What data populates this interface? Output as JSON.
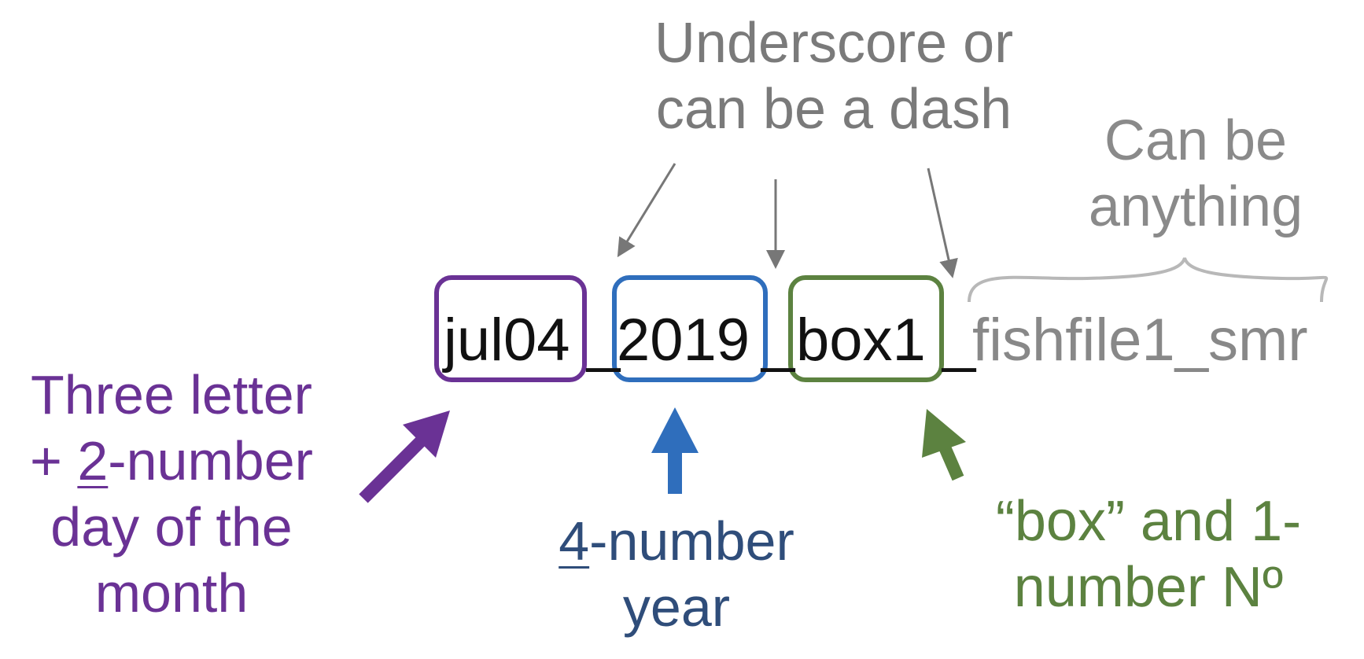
{
  "colors": {
    "day": "#6a3295",
    "year_box": "#2f6ebc",
    "year_text": "#2f4d7a",
    "box": "#5c8240",
    "note": "#7a7a7a",
    "tail": "#8a8a8a",
    "brace": "#b8b8b8",
    "text": "#111111"
  },
  "filename": {
    "day": "jul04",
    "sep1": "_",
    "year": "2019",
    "sep2": "_",
    "box": "box1",
    "sep3": "_",
    "tail": "fishfile1_smr"
  },
  "notes": {
    "separator": {
      "line1": "Underscore or",
      "line2": "can be a dash"
    },
    "tail": {
      "line1": "Can be",
      "line2": "anything"
    },
    "day": {
      "line1": "Three letter",
      "line2_prefix": "+ ",
      "line2_digit": "2",
      "line2_suffix": "-number",
      "line3": "day of the",
      "line4": "month"
    },
    "year": {
      "digit": "4",
      "line1_suffix": "-number",
      "line2": "year"
    },
    "box": {
      "line1": "“box” and 1-",
      "line2": "number Nº"
    }
  }
}
